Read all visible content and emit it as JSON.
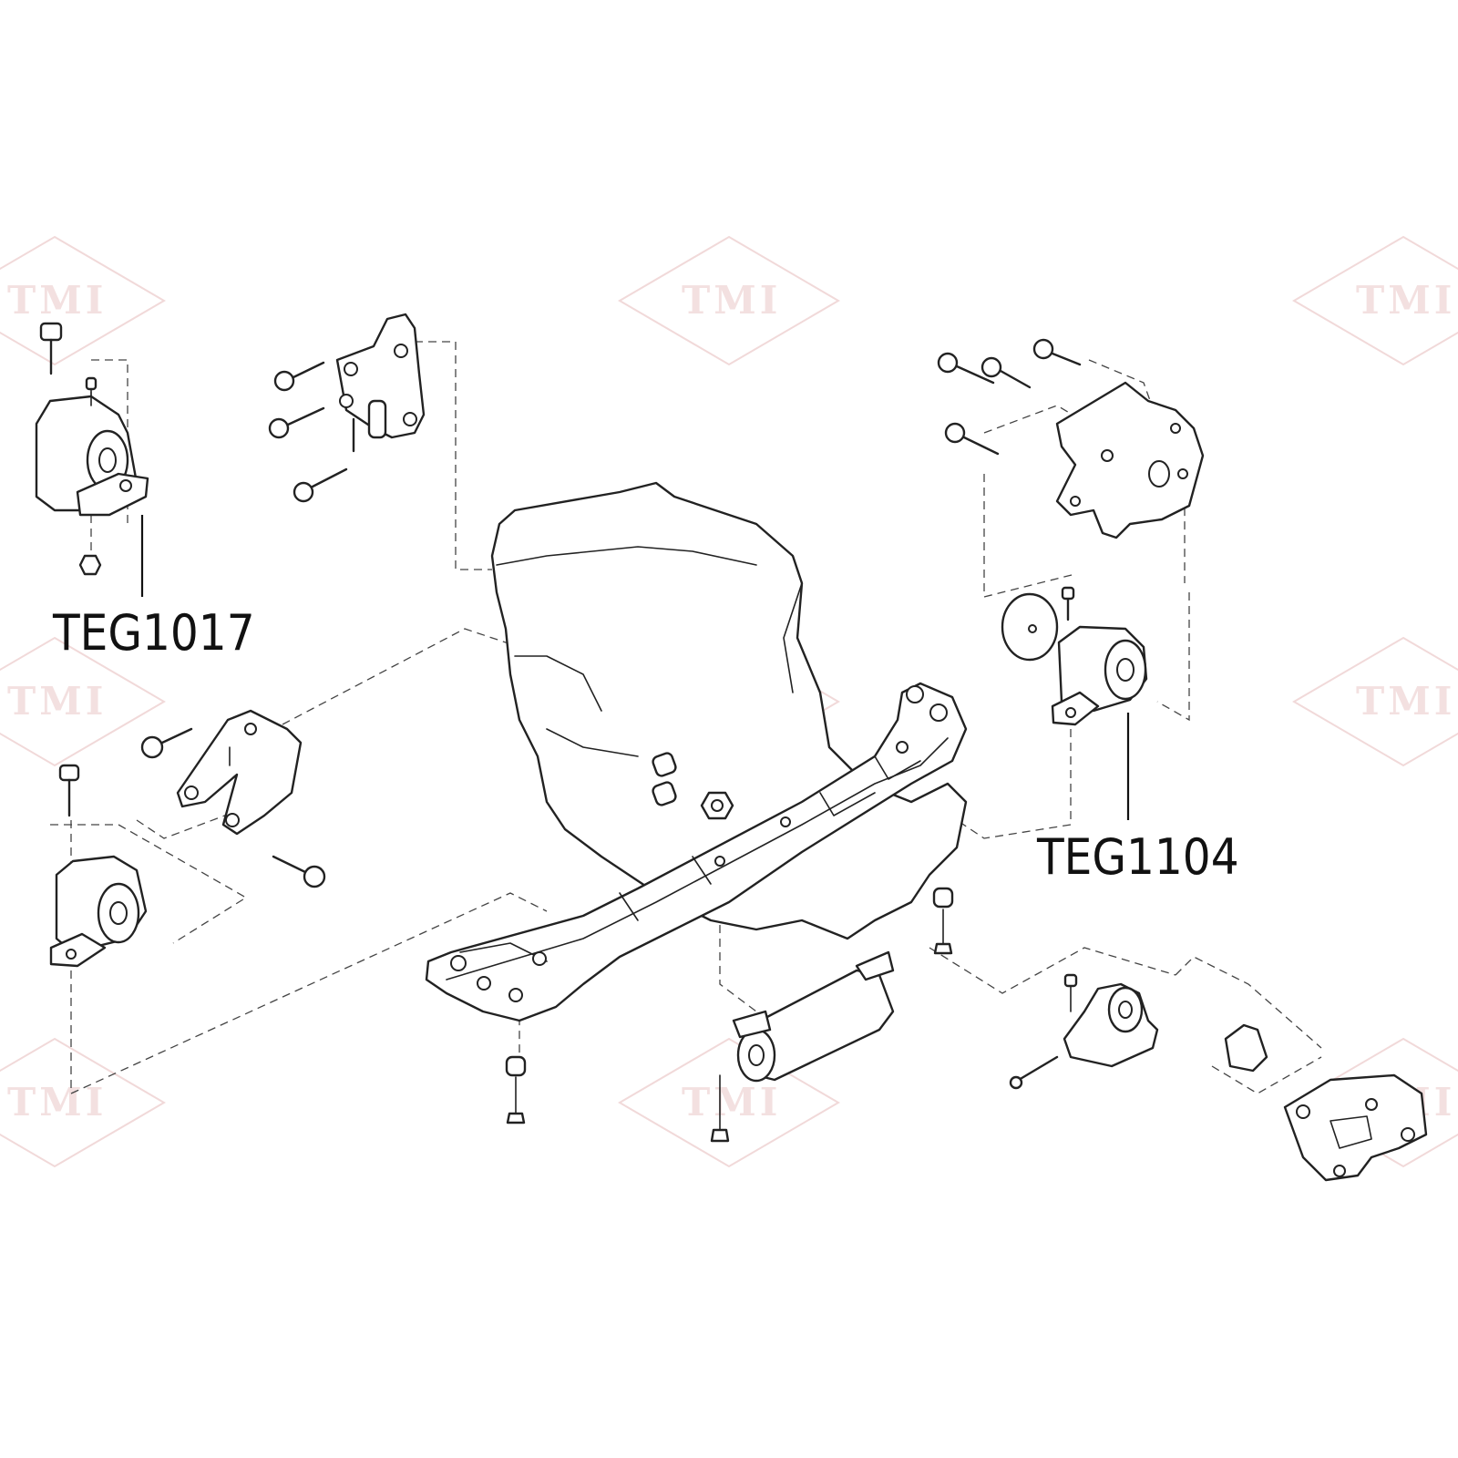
{
  "labels": {
    "left_mount": "TEG1017",
    "right_mount": "TEG1104"
  },
  "watermark": {
    "text": "TMI"
  },
  "colors": {
    "line": "#222222",
    "background": "#ffffff",
    "watermark": "#f1d9d9"
  }
}
